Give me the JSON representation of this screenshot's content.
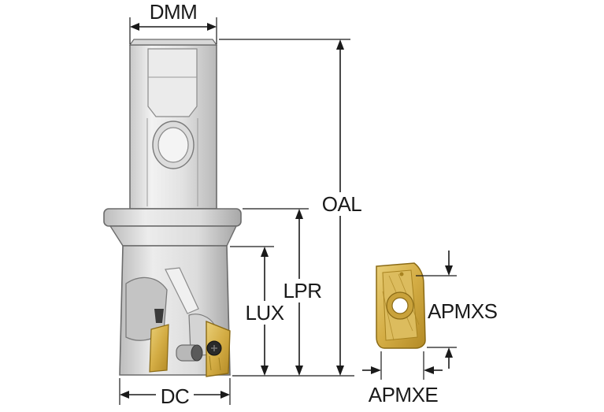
{
  "labels": {
    "dmm": "DMM",
    "oal": "OAL",
    "lpr": "LPR",
    "lux": "LUX",
    "dc": "DC",
    "apmxs": "APMXS",
    "apmxe": "APMXE"
  },
  "colors": {
    "steel_light": "#e6e6e6",
    "steel_mid": "#cfcfcf",
    "steel_dark": "#a9a9a9",
    "insert_gold": "#d7b24a",
    "insert_gold_dark": "#a88320",
    "line": "#1a1a1a"
  }
}
